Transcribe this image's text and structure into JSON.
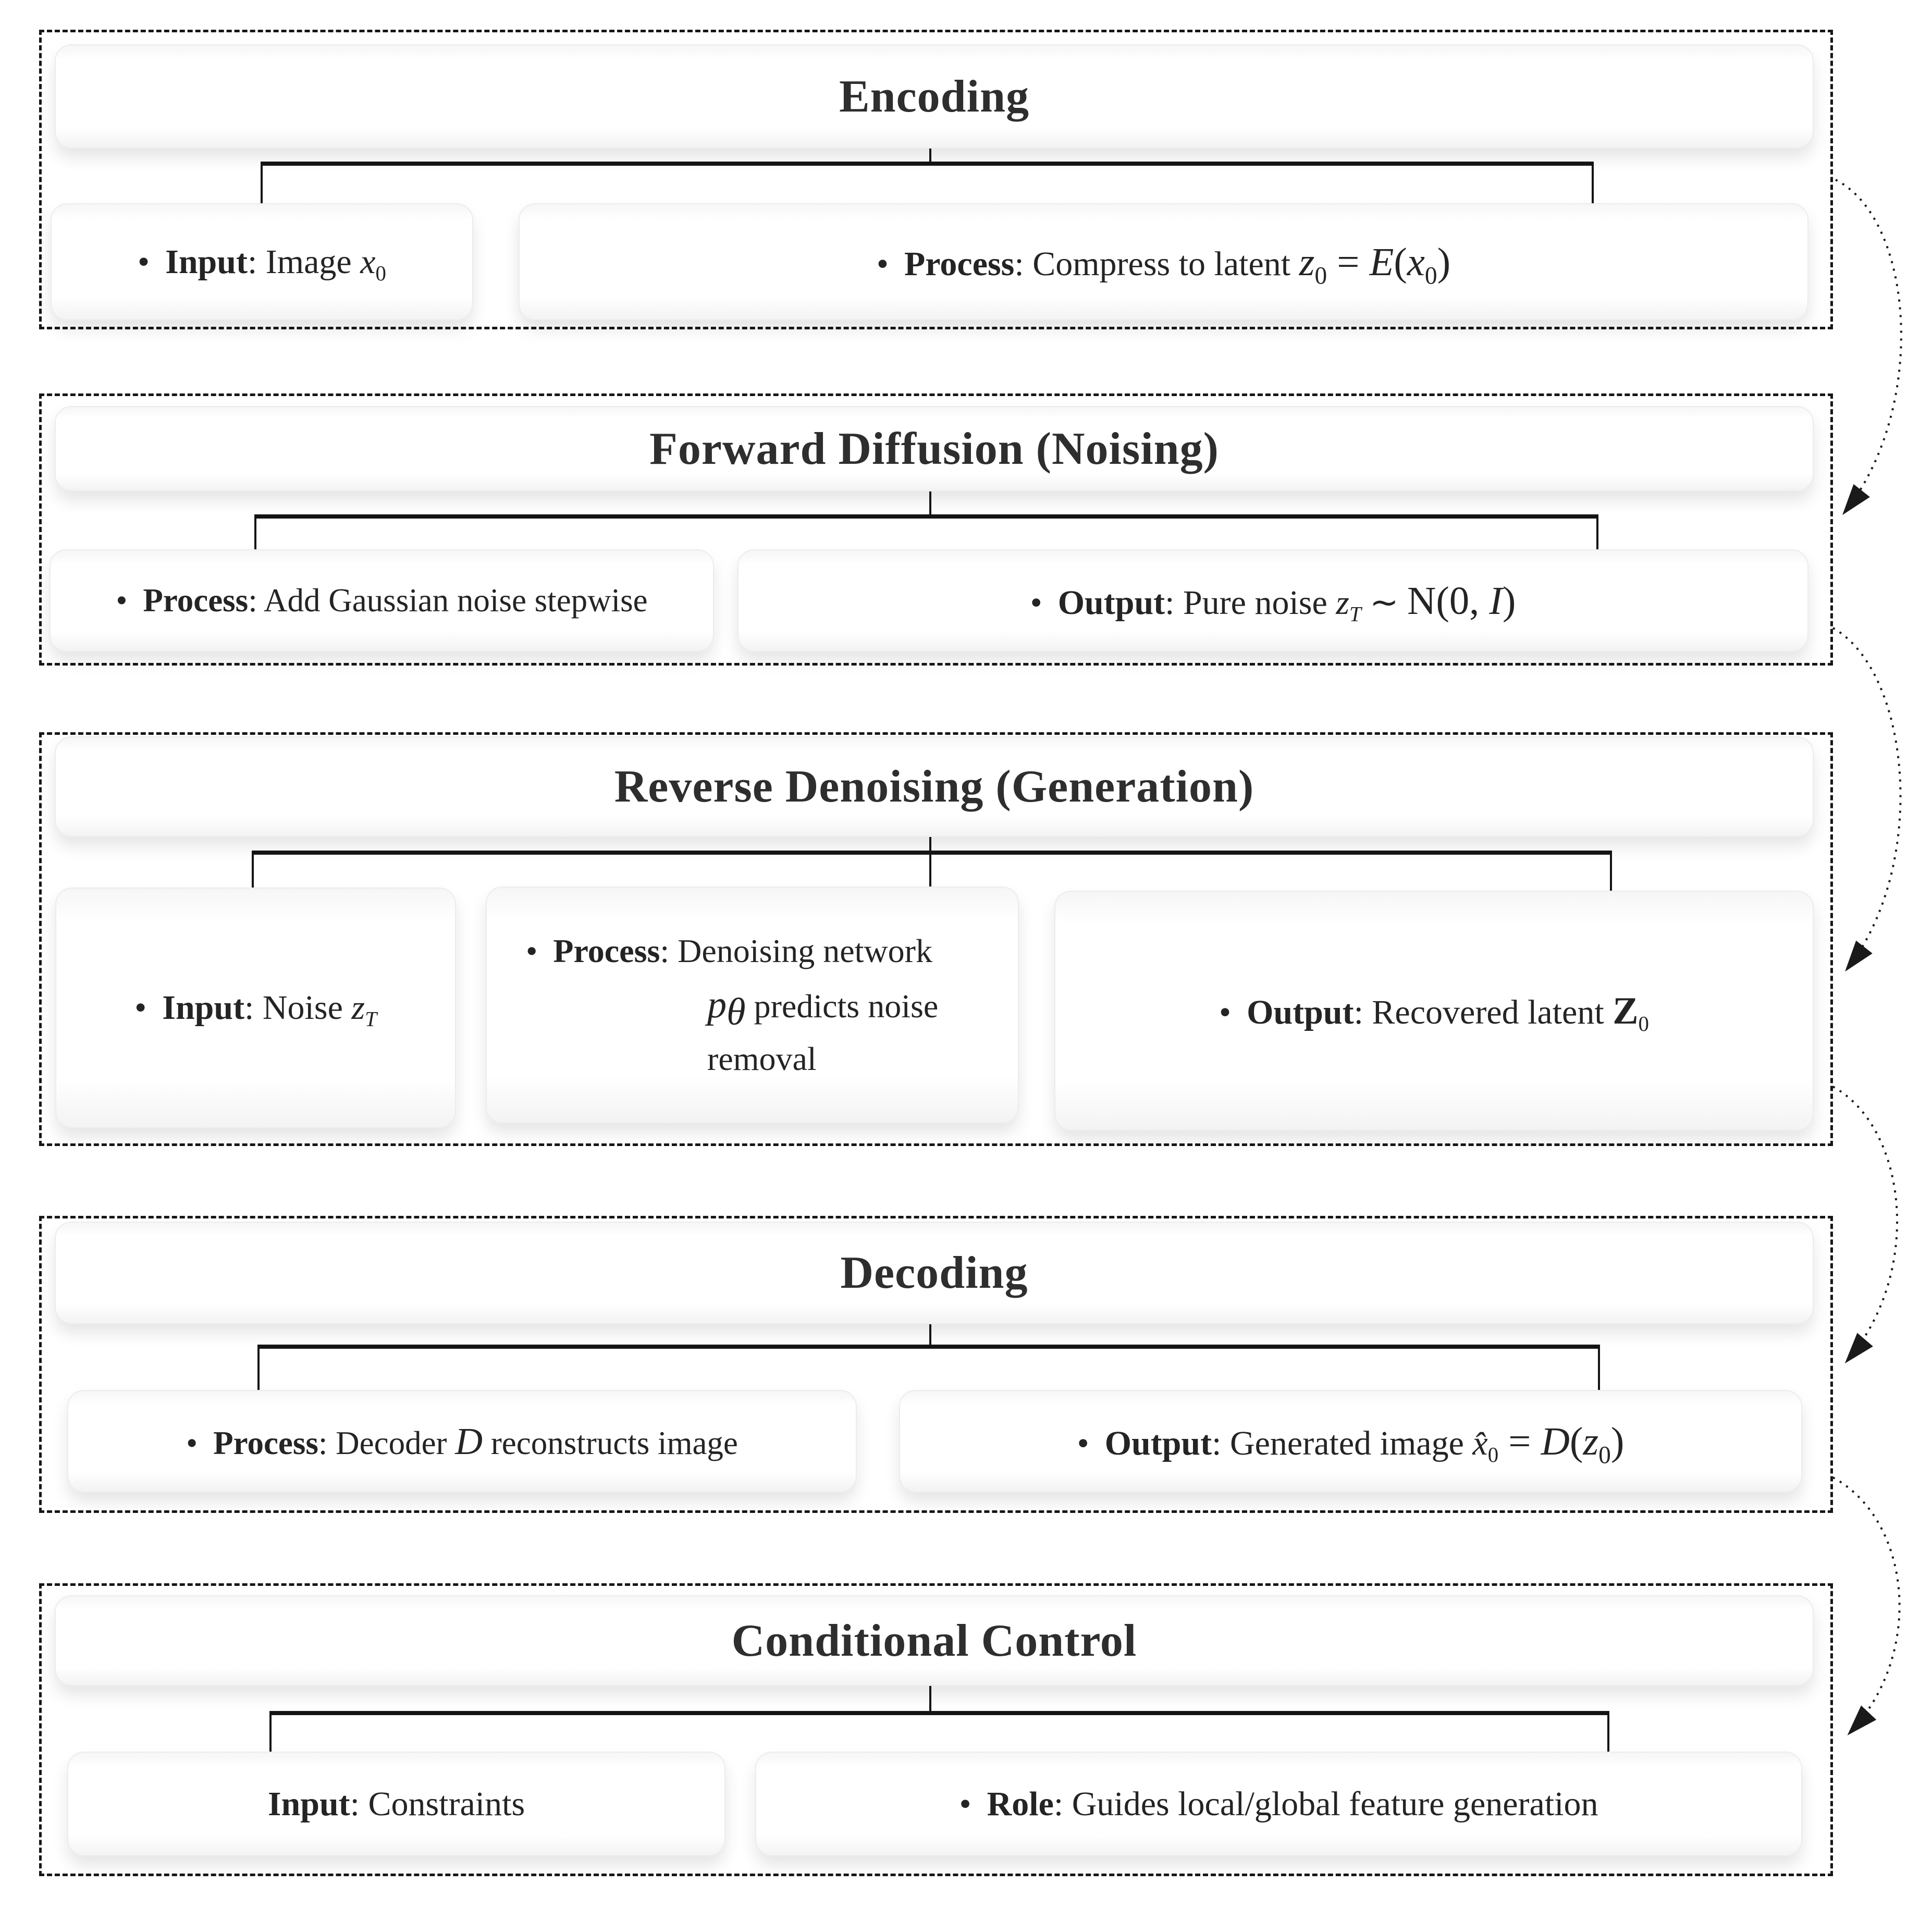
{
  "colors": {
    "background": "#ffffff",
    "text": "#242424",
    "dashed_border": "#161616",
    "card_border": "#ececec",
    "connector": "#141414",
    "arrow": "#1a1a1a"
  },
  "arrows": {
    "icon": "curved-dotted-arrow-icon",
    "count": 4,
    "style": "dotted arc with solid arrowhead, right margin, linking each stage to the next"
  },
  "sections": [
    {
      "id": "encoding",
      "title": "Encoding",
      "children": [
        {
          "bullet": "•",
          "seg": [
            "Input",
            ": Image ",
            "x",
            "0"
          ]
        },
        {
          "bullet": "•",
          "seg": [
            "Process",
            ": Compress to latent ",
            "z",
            "0",
            " = ",
            "E",
            "(",
            "x",
            "0",
            ")"
          ]
        }
      ]
    },
    {
      "id": "forward-diffusion",
      "title": "Forward Diffusion (Noising)",
      "children": [
        {
          "bullet": "•",
          "seg": [
            "Process",
            ": Add Gaussian noise stepwise"
          ]
        },
        {
          "bullet": "•",
          "seg": [
            "Output",
            ": Pure noise ",
            "z",
            "T",
            " ∼ ",
            "N",
            "(0, ",
            "I",
            ")"
          ]
        }
      ]
    },
    {
      "id": "reverse-denoising",
      "title": "Reverse Denoising (Generation)",
      "children": [
        {
          "bullet": "•",
          "seg": [
            "Input",
            ": Noise ",
            "z",
            "T"
          ]
        },
        {
          "bullet": "•",
          "lines": [
            [
              "Process",
              ":  Denoising network"
            ],
            [
              "p",
              "θ",
              " predicts noise"
            ],
            [
              "removal"
            ]
          ]
        },
        {
          "bullet": "•",
          "seg": [
            "Output",
            ": Recovered latent ",
            "Z",
            "0"
          ]
        }
      ]
    },
    {
      "id": "decoding",
      "title": "Decoding",
      "children": [
        {
          "bullet": "•",
          "seg": [
            "Process",
            ": Decoder ",
            "D",
            " reconstructs image"
          ]
        },
        {
          "bullet": "•",
          "seg": [
            "Output",
            ": Generated image ",
            "x̂",
            "0",
            " = ",
            "D",
            "(",
            "z",
            "0",
            ")"
          ]
        }
      ]
    },
    {
      "id": "conditional-control",
      "title": "Conditional Control",
      "children": [
        {
          "seg": [
            "Input",
            ": Constraints"
          ]
        },
        {
          "bullet": "•",
          "seg": [
            "Role",
            ": Guides local/global feature generation"
          ]
        }
      ]
    }
  ]
}
